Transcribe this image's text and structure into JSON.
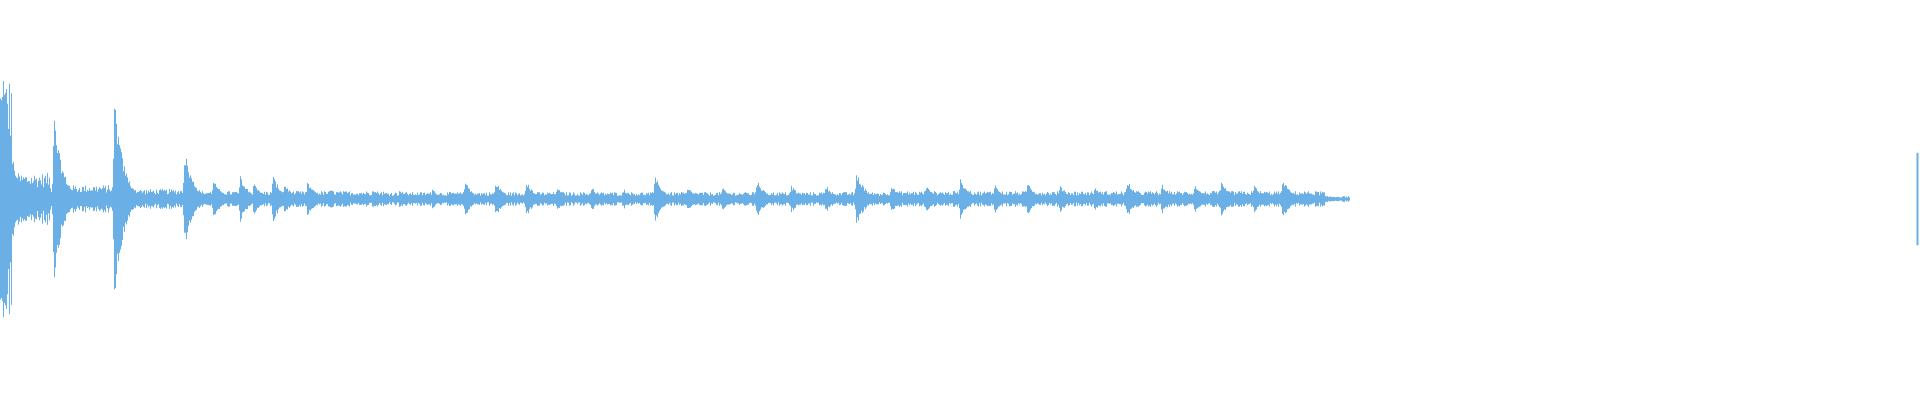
{
  "waveform": {
    "color": "#6AAFE6",
    "audio_end_fraction": 0.703,
    "segments": [
      {
        "start": 0.0,
        "end": 0.006,
        "level": 0.62
      },
      {
        "start": 0.006,
        "end": 0.026,
        "level": 0.13
      },
      {
        "start": 0.026,
        "end": 0.06,
        "level": 0.07
      },
      {
        "start": 0.06,
        "end": 0.095,
        "level": 0.05
      },
      {
        "start": 0.095,
        "end": 0.2,
        "level": 0.04
      },
      {
        "start": 0.2,
        "end": 0.46,
        "level": 0.035
      },
      {
        "start": 0.46,
        "end": 0.69,
        "level": 0.04
      },
      {
        "start": 0.69,
        "end": 0.703,
        "level": 0.015
      }
    ],
    "transients": [
      {
        "pos": 0.0015,
        "level": 0.62
      },
      {
        "pos": 0.028,
        "level": 0.42
      },
      {
        "pos": 0.0595,
        "level": 0.52
      },
      {
        "pos": 0.096,
        "level": 0.25
      },
      {
        "pos": 0.111,
        "level": 0.1
      },
      {
        "pos": 0.125,
        "level": 0.12
      },
      {
        "pos": 0.132,
        "level": 0.08
      },
      {
        "pos": 0.142,
        "level": 0.12
      },
      {
        "pos": 0.148,
        "level": 0.08
      },
      {
        "pos": 0.16,
        "level": 0.09
      },
      {
        "pos": 0.172,
        "level": 0.05
      },
      {
        "pos": 0.194,
        "level": 0.05
      },
      {
        "pos": 0.208,
        "level": 0.05
      },
      {
        "pos": 0.225,
        "level": 0.05
      },
      {
        "pos": 0.242,
        "level": 0.09
      },
      {
        "pos": 0.258,
        "level": 0.09
      },
      {
        "pos": 0.274,
        "level": 0.09
      },
      {
        "pos": 0.29,
        "level": 0.06
      },
      {
        "pos": 0.308,
        "level": 0.06
      },
      {
        "pos": 0.325,
        "level": 0.05
      },
      {
        "pos": 0.341,
        "level": 0.12
      },
      {
        "pos": 0.358,
        "level": 0.06
      },
      {
        "pos": 0.376,
        "level": 0.06
      },
      {
        "pos": 0.394,
        "level": 0.1
      },
      {
        "pos": 0.412,
        "level": 0.07
      },
      {
        "pos": 0.43,
        "level": 0.07
      },
      {
        "pos": 0.446,
        "level": 0.14
      },
      {
        "pos": 0.464,
        "level": 0.07
      },
      {
        "pos": 0.482,
        "level": 0.07
      },
      {
        "pos": 0.5,
        "level": 0.1
      },
      {
        "pos": 0.518,
        "level": 0.08
      },
      {
        "pos": 0.535,
        "level": 0.08
      },
      {
        "pos": 0.552,
        "level": 0.07
      },
      {
        "pos": 0.57,
        "level": 0.06
      },
      {
        "pos": 0.587,
        "level": 0.1
      },
      {
        "pos": 0.605,
        "level": 0.08
      },
      {
        "pos": 0.622,
        "level": 0.07
      },
      {
        "pos": 0.636,
        "level": 0.09
      },
      {
        "pos": 0.653,
        "level": 0.07
      },
      {
        "pos": 0.668,
        "level": 0.1
      }
    ],
    "tail_marker": {
      "pos": 0.9985,
      "level": 0.42
    }
  }
}
